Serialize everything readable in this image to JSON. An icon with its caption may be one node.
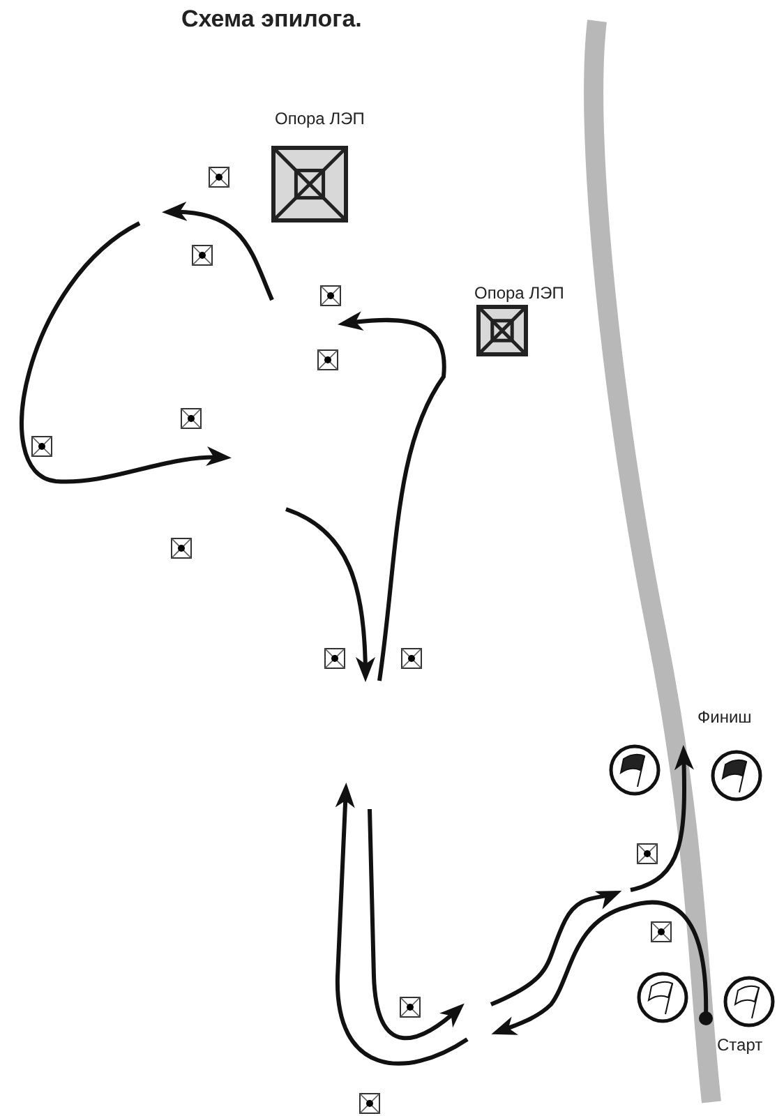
{
  "diagram": {
    "title": "Схема эпилога.",
    "labels": [
      "Опора ЛЭП",
      "Опора ЛЭП",
      "Финиш",
      "Старт"
    ]
  }
}
